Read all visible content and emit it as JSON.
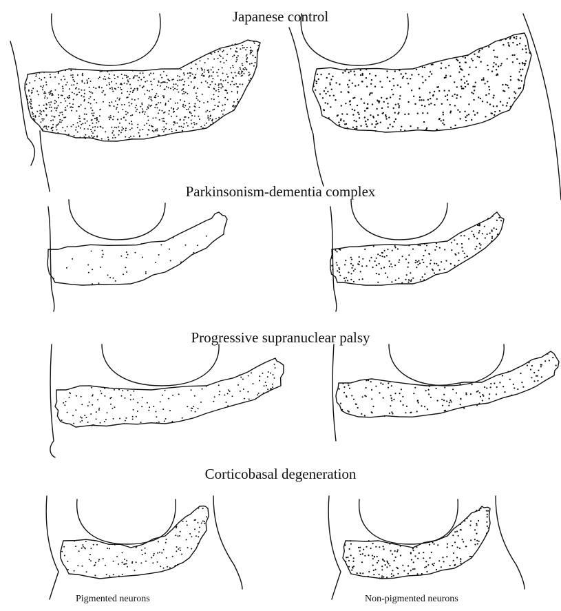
{
  "panels": [
    {
      "title": "Japanese control"
    },
    {
      "title": "Parkinsonism-dementia complex"
    },
    {
      "title": "Progressive supranuclear palsy"
    },
    {
      "title": "Corticobasal degeneration"
    }
  ],
  "columns": [
    {
      "label": "Pigmented neurons"
    },
    {
      "label": "Non-pigmented neurons"
    }
  ]
}
